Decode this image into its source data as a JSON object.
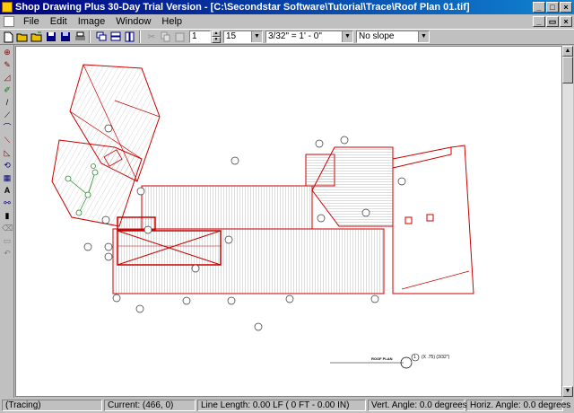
{
  "window": {
    "title": "Shop Drawing Plus 30-Day Trial Version - [C:\\Secondstar Software\\Tutorial\\Trace\\Roof Plan 01.tif]"
  },
  "menu": {
    "items": [
      "File",
      "Edit",
      "Image",
      "Window",
      "Help"
    ]
  },
  "toolbar": {
    "line_count": "1",
    "line_spacing": "15",
    "scale": "3/32\" = 1' - 0\"",
    "slope": "No slope"
  },
  "drawing": {
    "caption": "ROOF PLAN",
    "caption_note": "(X .75) (3/32\")",
    "callout": "1"
  },
  "status": {
    "mode": "(Tracing)",
    "current": "Current: (466, 0)",
    "line_length": "Line Length: 0.00 LF ( 0 FT - 0.00 IN)",
    "vert_angle": "Vert. Angle: 0.0 degrees",
    "horiz_angle": "Horiz. Angle: 0.0 degrees"
  },
  "colors": {
    "title_start": "#000080",
    "title_end": "#1084d0",
    "plan_line": "#cc0000",
    "hatch": "#555555"
  }
}
